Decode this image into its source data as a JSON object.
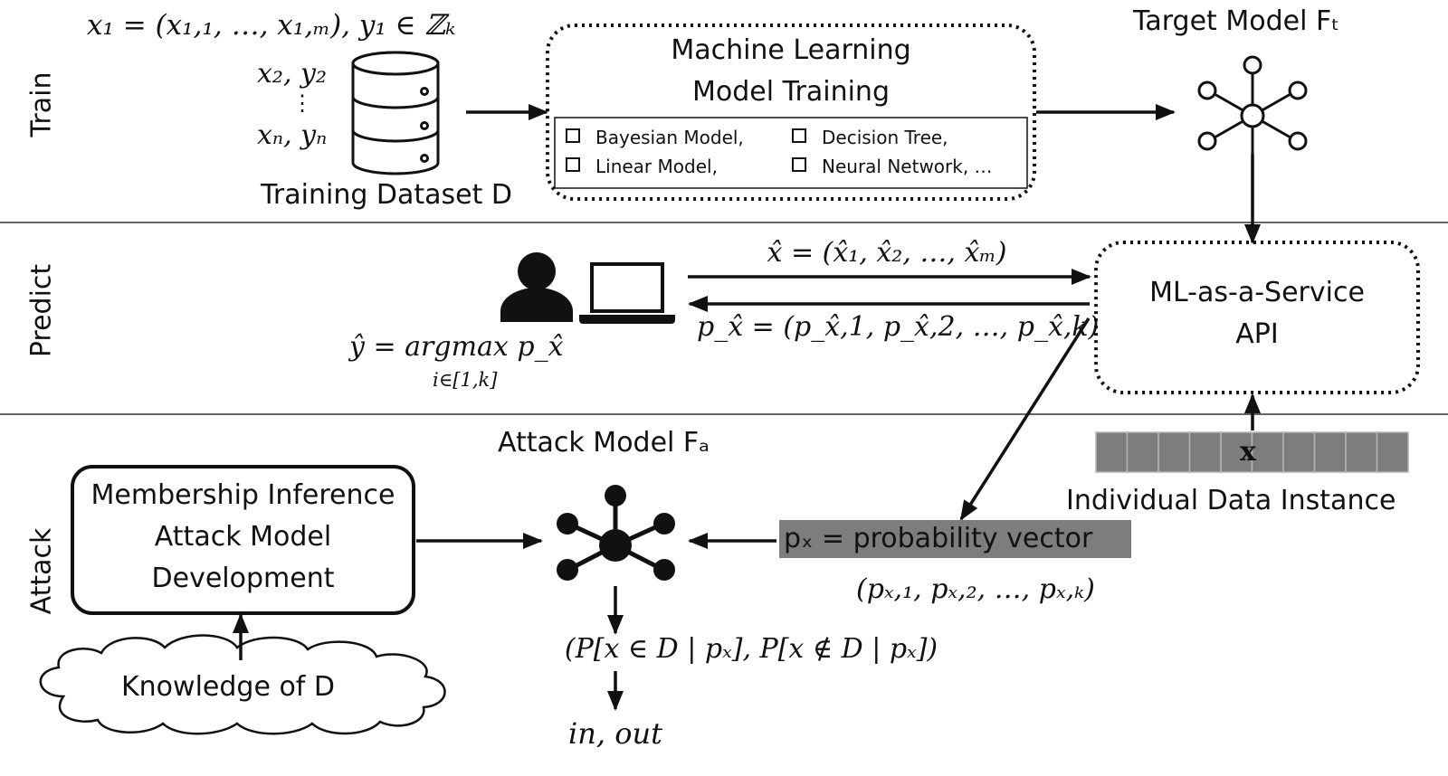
{
  "lanes": {
    "train": "Train",
    "predict": "Predict",
    "attack": "Attack"
  },
  "train": {
    "record1": "x₁ = (x₁,₁, …, x₁,ₘ), y₁ ∈ ℤₖ",
    "record2": "x₂, y₂",
    "record_dots": "⋮",
    "recordn": "xₙ, yₙ",
    "dataset_label": "Training Dataset D",
    "ml_title_line1": "Machine Learning",
    "ml_title_line2": "Model Training",
    "options": [
      "Bayesian Model,",
      "Decision Tree,",
      "Linear Model,",
      "Neural Network, …"
    ],
    "target_model_label": "Target Model Fₜ"
  },
  "predict": {
    "query": "x̂ = (x̂₁, x̂₂, …, x̂ₘ)",
    "response": "p_x̂ = (p_x̂,1, p_x̂,2, …, p_x̂,k)",
    "argmax_line1": "ŷ = argmax p_x̂",
    "argmax_line2": "i∈[1,k]",
    "api_line1": "ML-as-a-Service",
    "api_line2": "API"
  },
  "attack": {
    "attack_model_label": "Attack Model Fₐ",
    "instance_cell_label": "x",
    "instance_label": "Individual Data Instance",
    "prob_vector_label": "pₓ = probability vector",
    "prob_vector_values": "(pₓ,₁, pₓ,₂, …, pₓ,ₖ)",
    "mia_line1": "Membership Inference",
    "mia_line2": "Attack Model",
    "mia_line3": "Development",
    "knowledge_label": "Knowledge of D",
    "output_probs": "(P[x ∈ D | pₓ], P[x ∉ D | pₓ])",
    "output_labels": "in, out"
  },
  "colors": {
    "ink": "#111111",
    "gray_fill": "#7d7d7d",
    "gray_cell_border": "#b5b5b5"
  }
}
